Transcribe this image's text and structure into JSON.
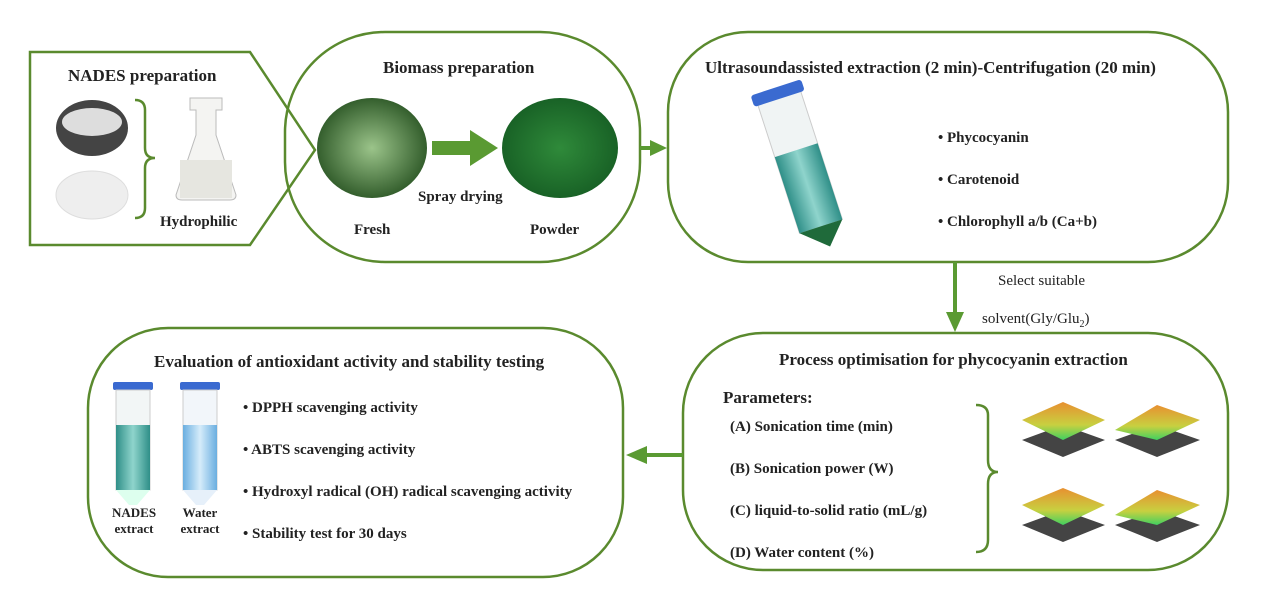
{
  "nades": {
    "title": "NADES  preparation",
    "label": "Hydrophilic"
  },
  "biomass": {
    "title": "Biomass preparation",
    "process": "Spray drying",
    "fresh": "Fresh",
    "powder": "Powder"
  },
  "ultrasound": {
    "title": "Ultrasoundassisted extraction (2 min)-Centrifugation (20 min)",
    "items": [
      "• Phycocyanin",
      "• Carotenoid",
      "• Chlorophyll a/b (Ca+b)"
    ]
  },
  "select": {
    "line1": "Select suitable",
    "line2": "solvent(Gly/Glu",
    "sub": "2",
    "close": ")"
  },
  "process": {
    "title": "Process optimisation for phycocyanin extraction",
    "params_label": "Parameters:",
    "params": [
      "(A) Sonication time (min)",
      "(B) Sonication power (W)",
      "(C) liquid-to-solid ratio (mL/g)",
      "(D) Water content (%)"
    ]
  },
  "evaluation": {
    "title": "Evaluation of antioxidant activity and stability testing",
    "items": [
      "• DPPH scavenging activity",
      "• ABTS scavenging activity",
      "• Hydroxyl radical (OH) radical scavenging activity",
      "• Stability test for 30 days"
    ],
    "tube1": [
      "NADES",
      "extract"
    ],
    "tube2": [
      "Water",
      "extract"
    ]
  },
  "colors": {
    "border": "#5a8a2e",
    "arrow": "#5a9a32"
  }
}
